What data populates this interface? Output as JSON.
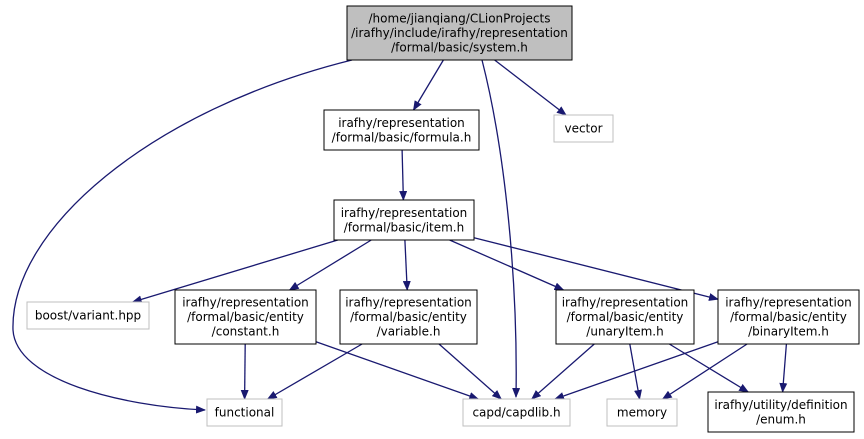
{
  "colors": {
    "edge": "#191970",
    "root_fill": "#bfbfbf",
    "root_border": "#000000",
    "node_border": "#000000",
    "external_border": "#bfbfbf",
    "text": "#000000"
  },
  "nodes": {
    "system": {
      "kind": "root",
      "lines": [
        "/home/jianqiang/CLionProjects",
        "/irafhy/include/irafhy/representation",
        "/formal/basic/system.h"
      ]
    },
    "formula": {
      "kind": "file",
      "lines": [
        "irafhy/representation",
        "/formal/basic/formula.h"
      ]
    },
    "vector": {
      "kind": "external",
      "lines": [
        "vector"
      ]
    },
    "item": {
      "kind": "file",
      "lines": [
        "irafhy/representation",
        "/formal/basic/item.h"
      ]
    },
    "boost_variant": {
      "kind": "external",
      "lines": [
        "boost/variant.hpp"
      ]
    },
    "constant": {
      "kind": "file",
      "lines": [
        "irafhy/representation",
        "/formal/basic/entity",
        "/constant.h"
      ]
    },
    "variable": {
      "kind": "file",
      "lines": [
        "irafhy/representation",
        "/formal/basic/entity",
        "/variable.h"
      ]
    },
    "unary_item": {
      "kind": "file",
      "lines": [
        "irafhy/representation",
        "/formal/basic/entity",
        "/unaryItem.h"
      ]
    },
    "binary_item": {
      "kind": "file",
      "lines": [
        "irafhy/representation",
        "/formal/basic/entity",
        "/binaryItem.h"
      ]
    },
    "functional": {
      "kind": "external",
      "lines": [
        "functional"
      ]
    },
    "capdlib": {
      "kind": "external",
      "lines": [
        "capd/capdlib.h"
      ]
    },
    "memory": {
      "kind": "external",
      "lines": [
        "memory"
      ]
    },
    "enum": {
      "kind": "file",
      "lines": [
        "irafhy/utility/definition",
        "/enum.h"
      ]
    }
  },
  "edges": [
    {
      "from": "system",
      "to": "formula"
    },
    {
      "from": "system",
      "to": "vector"
    },
    {
      "from": "system",
      "to": "functional"
    },
    {
      "from": "system",
      "to": "capdlib"
    },
    {
      "from": "formula",
      "to": "item"
    },
    {
      "from": "item",
      "to": "boost_variant"
    },
    {
      "from": "item",
      "to": "constant"
    },
    {
      "from": "item",
      "to": "variable"
    },
    {
      "from": "item",
      "to": "unary_item"
    },
    {
      "from": "item",
      "to": "binary_item"
    },
    {
      "from": "constant",
      "to": "functional"
    },
    {
      "from": "constant",
      "to": "capdlib"
    },
    {
      "from": "variable",
      "to": "functional"
    },
    {
      "from": "variable",
      "to": "capdlib"
    },
    {
      "from": "unary_item",
      "to": "capdlib"
    },
    {
      "from": "unary_item",
      "to": "memory"
    },
    {
      "from": "unary_item",
      "to": "enum"
    },
    {
      "from": "binary_item",
      "to": "capdlib"
    },
    {
      "from": "binary_item",
      "to": "memory"
    },
    {
      "from": "binary_item",
      "to": "enum"
    }
  ]
}
